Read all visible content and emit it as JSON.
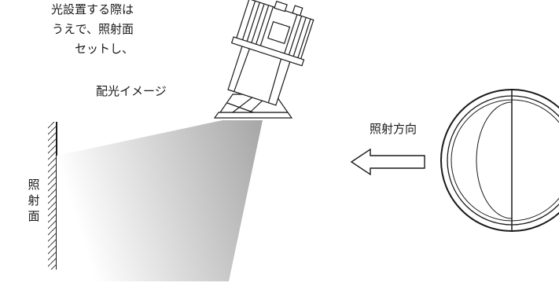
{
  "intro_lines": [
    "光設置する際は",
    "うえで、照射面",
    "セットし、"
  ],
  "light_pattern_label": "配光イメージ",
  "direction_label": "照射方向",
  "surface_label_chars": [
    "照",
    "射",
    "面"
  ],
  "colors": {
    "line": "#1a1a1a",
    "beam_start": "#a6a6a6",
    "beam_end": "#ffffff"
  }
}
